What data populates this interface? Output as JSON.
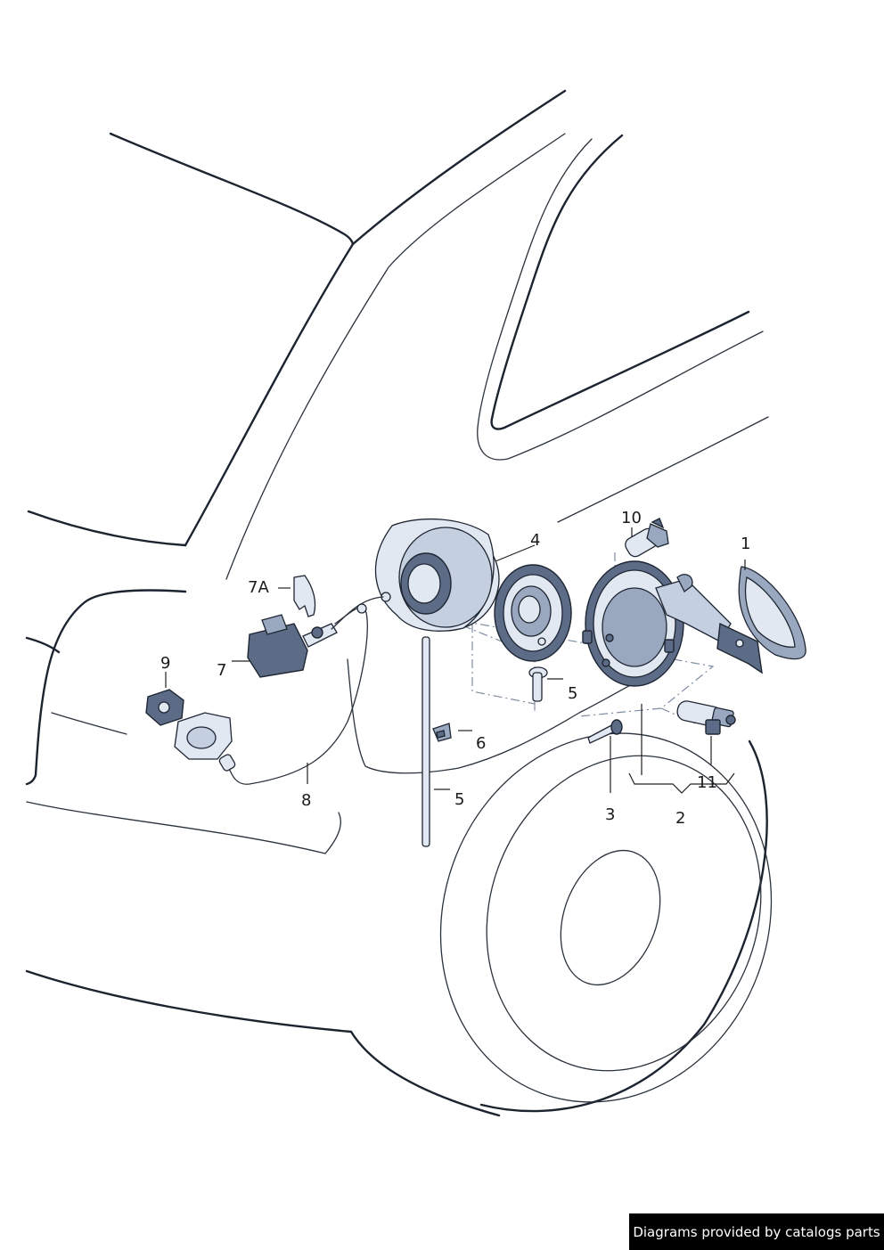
{
  "labels": {
    "l1": "1",
    "l2": "2",
    "l3": "3",
    "l4": "4",
    "l5a": "5",
    "l5b": "5",
    "l6": "6",
    "l7": "7",
    "l7a": "7A",
    "l8": "8",
    "l9": "9",
    "l10": "10",
    "l11": "11"
  },
  "credit": "Diagrams provided by catalogs parts",
  "colors": {
    "line": "#1c2430",
    "part_dark": "#5d6c86",
    "part_light": "#e2e8f1",
    "credit_bg": "#000000",
    "credit_text": "#ffffff"
  }
}
